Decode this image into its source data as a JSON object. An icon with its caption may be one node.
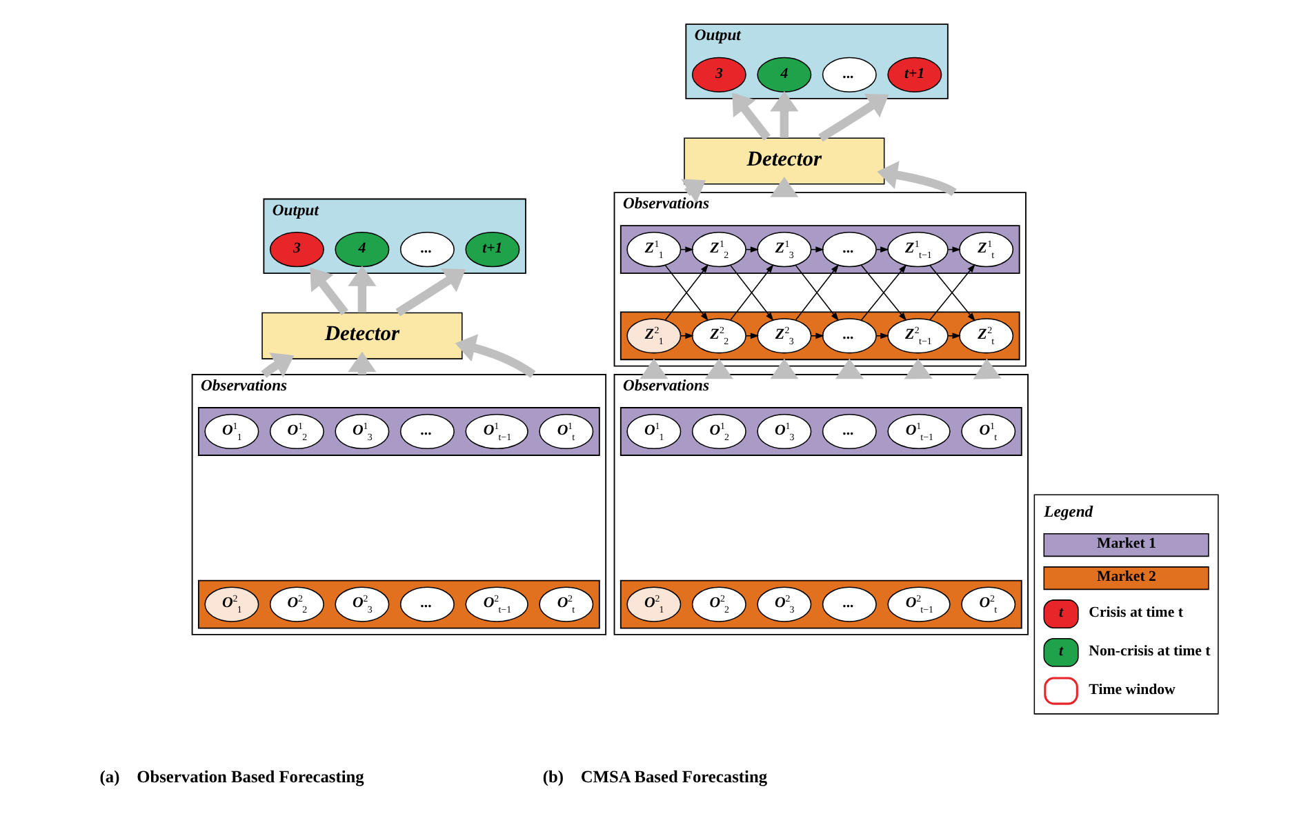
{
  "diagram": {
    "nodes": [
      {
        "text": [
          "Output"
        ]
      },
      {
        "text": [
          "3"
        ],
        "in": 0
      },
      {
        "text": [
          "4"
        ],
        "in": 0
      },
      {
        "text": [
          "..."
        ],
        "in": 0
      },
      {
        "text": [
          "t+1"
        ],
        "in": 0
      },
      {
        "text": [
          "Detector"
        ]
      },
      {
        "text": [
          "Observations"
        ]
      },
      {
        "text": [],
        "shape": "bar",
        "in": 6
      },
      {
        "text": [
          "O$^{1}$$_{1}$"
        ],
        "in": 7
      },
      {
        "text": [
          "O$^{1}$$_{2}$"
        ],
        "in": 7
      },
      {
        "text": [
          "O$^{1}$$_{3}$"
        ],
        "in": 7
      },
      {
        "text": [
          "..."
        ],
        "in": 7
      },
      {
        "text": [
          "O$^{1}$$_{t−1}$"
        ],
        "in": 7
      },
      {
        "text": [
          "O$^{1}$$_{t}$"
        ],
        "in": 7
      },
      {
        "text": [],
        "shape": "bar",
        "in": 6
      },
      {
        "text": [
          "O$^{2}$$_{1}$"
        ],
        "in": 14
      },
      {
        "text": [
          "O$^{2}$$_{2}$"
        ],
        "in": 14
      },
      {
        "text": [
          "O$^{2}$$_{3}$"
        ],
        "in": 14
      },
      {
        "text": [
          "..."
        ],
        "in": 14
      },
      {
        "text": [
          "O$^{2}$$_{t−1}$"
        ],
        "in": 14
      },
      {
        "text": [
          "O$^{2}$$_{t}$"
        ],
        "in": 14
      },
      {
        "text": [
          "Output"
        ]
      },
      {
        "text": [
          "3"
        ],
        "in": 21
      },
      {
        "text": [
          "4"
        ],
        "in": 21
      },
      {
        "text": [
          "..."
        ],
        "in": 21
      },
      {
        "text": [
          "t+1"
        ],
        "in": 21
      },
      {
        "text": [
          "Detector"
        ]
      },
      {
        "text": [
          "Observations"
        ]
      },
      {
        "text": [],
        "shape": "bar",
        "in": 27
      },
      {
        "text": [
          "Z$^{1}$$_{1}$"
        ],
        "in": 28
      },
      {
        "text": [
          "Z$^{1}$$_{2}$"
        ],
        "in": 28
      },
      {
        "text": [
          "Z$^{1}$$_{3}$"
        ],
        "in": 28
      },
      {
        "text": [
          "..."
        ],
        "in": 28
      },
      {
        "text": [
          "Z$^{1}$$_{t−1}$"
        ],
        "in": 28
      },
      {
        "text": [
          "Z$^{1}$$_{t}$"
        ],
        "in": 28
      },
      {
        "text": [],
        "shape": "bar",
        "in": 27
      },
      {
        "text": [
          "Z$^{2}$$_{1}$"
        ],
        "in": 35
      },
      {
        "text": [
          "Z$^{2}$$_{2}$"
        ],
        "in": 35
      },
      {
        "text": [
          "Z$^{2}$$_{3}$"
        ],
        "in": 35
      },
      {
        "text": [
          "..."
        ],
        "in": 35
      },
      {
        "text": [
          "Z$^{2}$$_{t−1}$"
        ],
        "in": 35
      },
      {
        "text": [
          "Z$^{2}$$_{t}$"
        ],
        "in": 35
      },
      {
        "text": [
          "Observations"
        ]
      },
      {
        "text": [],
        "shape": "bar",
        "in": 42
      },
      {
        "text": [
          "O$^{1}$$_{1}$"
        ],
        "in": 43
      },
      {
        "text": [
          "O$^{1}$$_{2}$"
        ],
        "in": 43
      },
      {
        "text": [
          "O$^{1}$$_{3}$"
        ],
        "in": 43
      },
      {
        "text": [
          "..."
        ],
        "in": 43
      },
      {
        "text": [
          "O$^{1}$$_{t−1}$"
        ],
        "in": 43
      },
      {
        "text": [
          "O$^{1}$$_{t}$"
        ],
        "in": 43
      },
      {
        "text": [],
        "shape": "bar",
        "in": 42
      },
      {
        "text": [
          "O$^{2}$$_{1}$"
        ],
        "in": 50
      },
      {
        "text": [
          "O$^{2}$$_{2}$"
        ],
        "in": 50
      },
      {
        "text": [
          "O$^{2}$$_{3}$"
        ],
        "in": 50
      },
      {
        "text": [
          "..."
        ],
        "in": 50
      },
      {
        "text": [
          "O$^{2}$$_{t−1}$"
        ],
        "in": 50
      },
      {
        "text": [
          "O$^{2}$$_{t}$"
        ],
        "in": 50
      }
    ],
    "edges": [
      {
        "from": 6,
        "to": 5,
        "arrow": "to",
        "style": "thick",
        "color": "#bfbfbf"
      },
      {
        "from": 6,
        "to": 5,
        "arrow": "to",
        "style": "thick",
        "color": "#bfbfbf"
      },
      {
        "from": 6,
        "to": 5,
        "arrow": "to",
        "style": "thick",
        "color": "#bfbfbf"
      },
      {
        "from": 5,
        "to": 0,
        "arrow": "to",
        "style": "thick",
        "color": "#bfbfbf"
      },
      {
        "from": 5,
        "to": 0,
        "arrow": "to",
        "style": "thick",
        "color": "#bfbfbf"
      },
      {
        "from": 5,
        "to": 0,
        "arrow": "to",
        "style": "thick",
        "color": "#bfbfbf"
      },
      {
        "from": 42,
        "to": 27,
        "arrow": "to",
        "style": "thick",
        "color": "#bfbfbf"
      },
      {
        "from": 42,
        "to": 27,
        "arrow": "to",
        "style": "thick",
        "color": "#bfbfbf"
      },
      {
        "from": 42,
        "to": 27,
        "arrow": "to",
        "style": "thick",
        "color": "#bfbfbf"
      },
      {
        "from": 42,
        "to": 27,
        "arrow": "to",
        "style": "thick",
        "color": "#bfbfbf"
      },
      {
        "from": 42,
        "to": 27,
        "arrow": "to",
        "style": "thick",
        "color": "#bfbfbf"
      },
      {
        "from": 42,
        "to": 27,
        "arrow": "to",
        "style": "thick",
        "color": "#bfbfbf"
      },
      {
        "from": 27,
        "to": 26,
        "arrow": "to",
        "style": "thick",
        "color": "#bfbfbf"
      },
      {
        "from": 27,
        "to": 26,
        "arrow": "to",
        "style": "thick",
        "color": "#bfbfbf"
      },
      {
        "from": 27,
        "to": 26,
        "arrow": "to",
        "style": "thick",
        "color": "#bfbfbf"
      },
      {
        "from": 26,
        "to": 21,
        "arrow": "to",
        "style": "thick",
        "color": "#bfbfbf"
      },
      {
        "from": 26,
        "to": 21,
        "arrow": "to",
        "style": "thick",
        "color": "#bfbfbf"
      },
      {
        "from": 26,
        "to": 21,
        "arrow": "to",
        "style": "thick",
        "color": "#bfbfbf"
      },
      {
        "from": 29,
        "to": 30,
        "arrow": "to"
      },
      {
        "from": 30,
        "to": 31,
        "arrow": "to"
      },
      {
        "from": 31,
        "to": 32,
        "arrow": "to"
      },
      {
        "from": 32,
        "to": 33,
        "arrow": "to"
      },
      {
        "from": 33,
        "to": 34,
        "arrow": "to"
      },
      {
        "from": 36,
        "to": 37,
        "arrow": "to"
      },
      {
        "from": 37,
        "to": 38,
        "arrow": "to"
      },
      {
        "from": 38,
        "to": 39,
        "arrow": "to"
      },
      {
        "from": 39,
        "to": 40,
        "arrow": "to"
      },
      {
        "from": 40,
        "to": 41,
        "arrow": "to"
      },
      {
        "from": 29,
        "to": 37,
        "arrow": "to"
      },
      {
        "from": 36,
        "to": 30,
        "arrow": "to"
      },
      {
        "from": 30,
        "to": 38,
        "arrow": "to"
      },
      {
        "from": 37,
        "to": 31,
        "arrow": "to"
      },
      {
        "from": 31,
        "to": 39,
        "arrow": "to"
      },
      {
        "from": 38,
        "to": 32,
        "arrow": "to"
      },
      {
        "from": 32,
        "to": 40,
        "arrow": "to"
      },
      {
        "from": 39,
        "to": 33,
        "arrow": "to"
      },
      {
        "from": 33,
        "to": 41,
        "arrow": "to"
      },
      {
        "from": 40,
        "to": 34,
        "arrow": "to"
      }
    ],
    "labels": [
      "(a)    Observation Based Forecasting",
      "(b)    CMSA Based Forecasting",
      "Legend",
      "t",
      "t"
    ],
    "legend": [
      {
        "text": "Market 1",
        "color": "#a99bc5"
      },
      {
        "text": "Market 2",
        "color": "#e2711f"
      },
      {
        "text": "Crisis at time t",
        "color": "#e8262a"
      },
      {
        "text": "Non-crisis at time t",
        "color": "#1ea24a"
      },
      {
        "text": "Time window"
      }
    ]
  }
}
